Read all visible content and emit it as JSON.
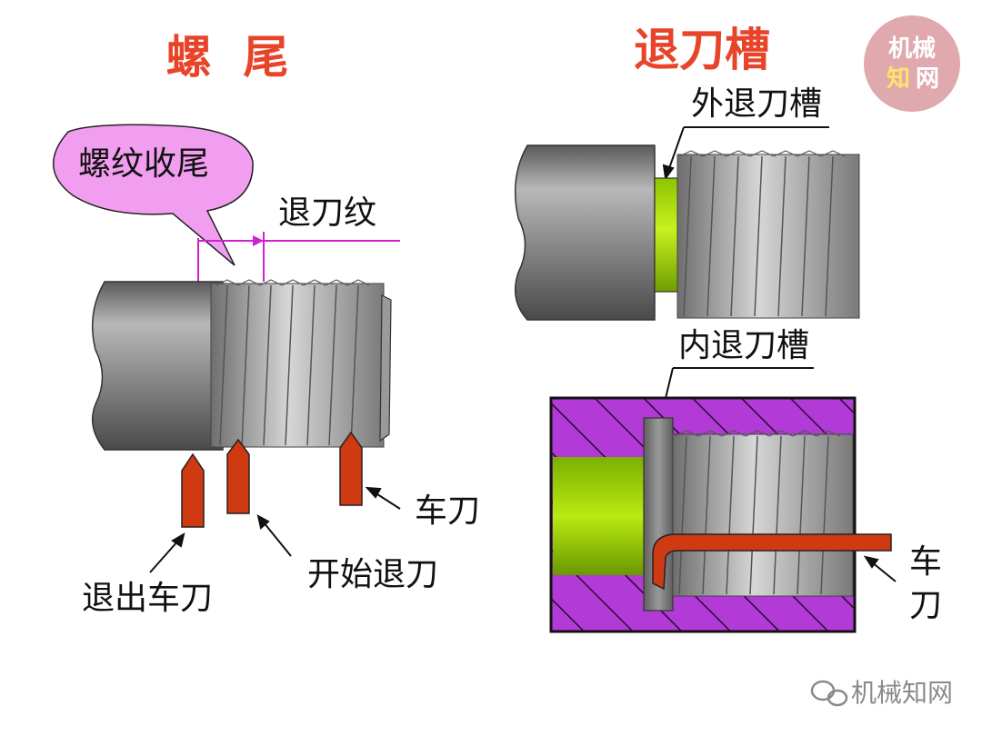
{
  "left_diagram": {
    "title": "螺  尾",
    "callout_text": "螺纹收尾",
    "runout_label": "退刀纹",
    "tool_label": "车刀",
    "start_retract_label": "开始退刀",
    "exit_tool_label": "退出车刀"
  },
  "right_diagram": {
    "title": "退刀槽",
    "outer_groove_label": "外退刀槽",
    "inner_groove_label": "内退刀槽",
    "tool_label_top": "车",
    "tool_label_bottom": "刀"
  },
  "watermark": {
    "badge_top": "机械",
    "badge_bottom_1": "知",
    "badge_bottom_2": "网",
    "footer_text": "机械知网"
  },
  "colors": {
    "title_red": "#e8442a",
    "callout_pink": "#f29ef0",
    "magenta_line": "#d21fd2",
    "tool_red": "#cf3a12",
    "groove_green": "#9fd600",
    "hatch_purple": "#b23ad6",
    "steel_gray": "#8a8a8a"
  }
}
